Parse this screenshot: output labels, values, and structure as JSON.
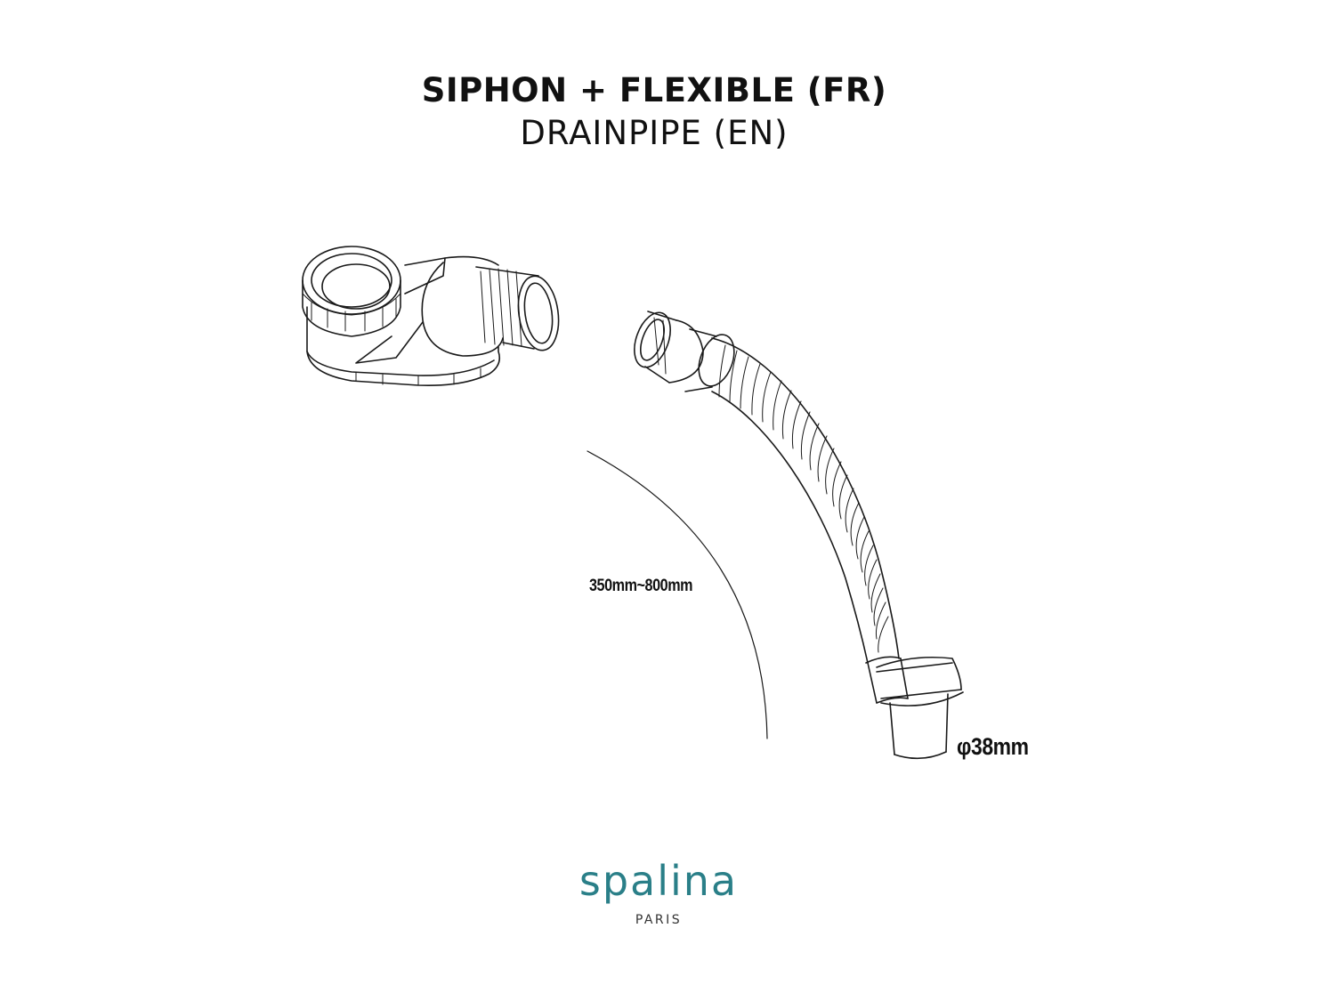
{
  "title": {
    "line_fr": "SIPHON + FLEXIBLE (FR)",
    "line_en": "DRAINPIPE (EN)"
  },
  "dimensions": {
    "length_range": "350mm~800mm",
    "diameter": "φ38mm"
  },
  "brand": {
    "name": "spalina",
    "city": "PARIS",
    "color": "#2a7f88"
  },
  "parts": {
    "siphon": "siphon-drawing",
    "hose": "flexible-hose-drawing"
  }
}
